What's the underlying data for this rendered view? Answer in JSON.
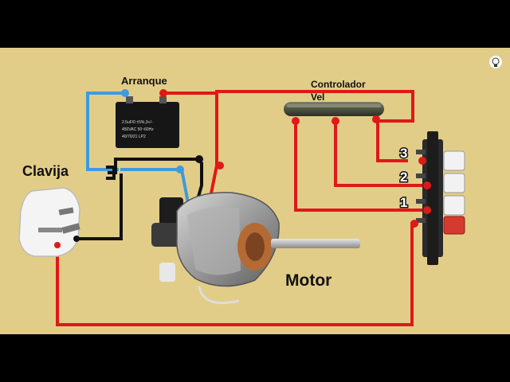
{
  "labels": {
    "arranque": "Arranque",
    "controlador": "Controlador",
    "vel": "Vel",
    "clavija": "Clavija",
    "motor": "Motor"
  },
  "capacitor_text": {
    "line1": "2.5uF/0  ±5%,3+/-",
    "line2": "450VAC  50~60Hz",
    "line3": "40/70/21 LP2"
  },
  "switch_numbers": [
    "3",
    "2",
    "1"
  ],
  "logo": {
    "icon": "lightbulb-icon"
  },
  "colors": {
    "background": "#e2cd88",
    "wire_red": "#e01818",
    "wire_blue": "#3f9ade",
    "wire_black": "#111111",
    "switch_red_button": "#d63a2e",
    "switch_white_button": "#f2f2f2"
  }
}
